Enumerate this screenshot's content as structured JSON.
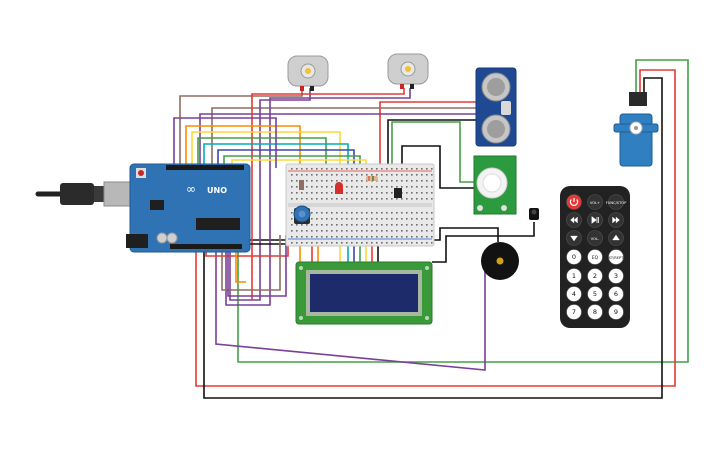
{
  "arduino": {
    "brand": "UNO",
    "logo": "∞"
  },
  "remote": {
    "buttons": [
      {
        "label": "",
        "icon": "power-icon",
        "color": "#e53935"
      },
      {
        "label": "VOL+",
        "icon": "",
        "color": "#333333"
      },
      {
        "label": "FUNC/STOP",
        "icon": "",
        "color": "#333333"
      },
      {
        "label": "",
        "icon": "rewind-icon",
        "color": "#333333"
      },
      {
        "label": "",
        "icon": "play-pause-icon",
        "color": "#333333"
      },
      {
        "label": "",
        "icon": "fast-forward-icon",
        "color": "#333333"
      },
      {
        "label": "",
        "icon": "down-icon",
        "color": "#333333"
      },
      {
        "label": "VOL-",
        "icon": "",
        "color": "#333333"
      },
      {
        "label": "",
        "icon": "up-icon",
        "color": "#333333"
      },
      {
        "label": "0",
        "icon": "",
        "color": "#ffffff"
      },
      {
        "label": "EQ",
        "icon": "",
        "color": "#ffffff"
      },
      {
        "label": "ST/REPT",
        "icon": "",
        "color": "#ffffff"
      },
      {
        "label": "1",
        "icon": "",
        "color": "#ffffff"
      },
      {
        "label": "2",
        "icon": "",
        "color": "#ffffff"
      },
      {
        "label": "3",
        "icon": "",
        "color": "#ffffff"
      },
      {
        "label": "4",
        "icon": "",
        "color": "#ffffff"
      },
      {
        "label": "5",
        "icon": "",
        "color": "#ffffff"
      },
      {
        "label": "6",
        "icon": "",
        "color": "#ffffff"
      },
      {
        "label": "7",
        "icon": "",
        "color": "#ffffff"
      },
      {
        "label": "8",
        "icon": "",
        "color": "#ffffff"
      },
      {
        "label": "9",
        "icon": "",
        "color": "#ffffff"
      }
    ]
  },
  "colors": {
    "arduino": "#2f73b5",
    "breadboard": "#e6e6e6",
    "lcd_board": "#3a9a3a",
    "lcd_screen": "#1d2b6b",
    "pir_board": "#2c9a3e",
    "ultrasonic_board": "#1f4a93",
    "servo": "#2f7fc1",
    "remote_body": "#222222",
    "buzzer": "#111111",
    "motor": "#c8c8c8"
  },
  "wire_colors": [
    "#7b3f98",
    "#e53935",
    "#43a047",
    "#111111",
    "#fb8c00",
    "#fdd835",
    "#00acc1",
    "#8d6e63",
    "#3949ab"
  ]
}
